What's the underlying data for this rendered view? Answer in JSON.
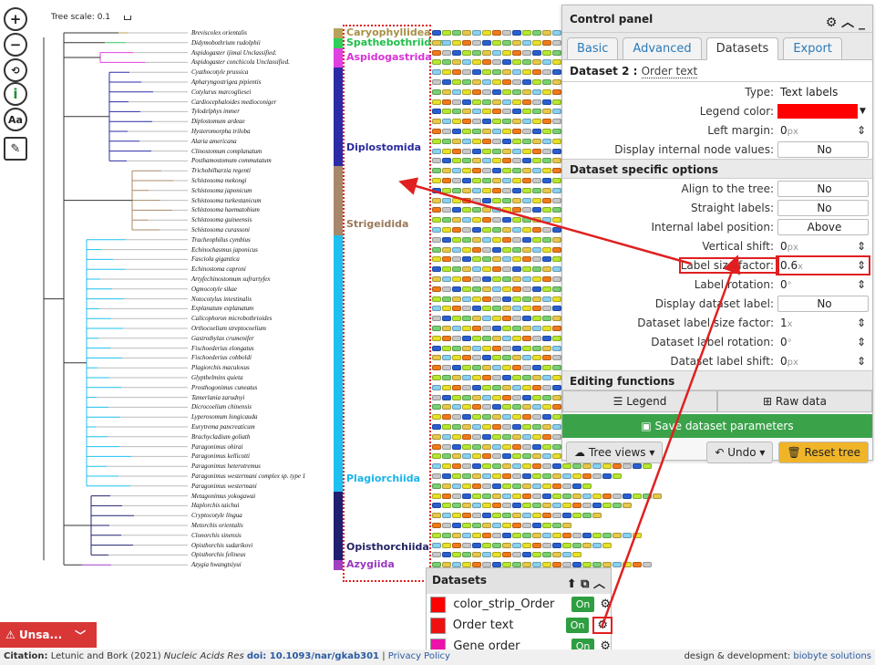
{
  "tree_scale": {
    "label": "Tree scale: 0.1"
  },
  "leaves": [
    "Breviscolex orientalis",
    "Didymobothrium rudolphii",
    "Aspidogaster ijimai Unclassified.",
    "Aspidogaster conchicola Unclassified.",
    "Cyathocotyle prussica",
    "Apharyngostrigea pipientis",
    "Cotylurus marcogliesei",
    "Cardiocephaloides medioconiger",
    "Tylodelphys immer",
    "Diplostomum ardeae",
    "Hysteromorpha triloba",
    "Alaria americana",
    "Clinostomum complanatum",
    "Posthamostomum commutatum",
    "Trichobilharzia regenti",
    "Schistosoma mekongi",
    "Schistosoma japonicum",
    "Schistosoma turkestanicum",
    "Schistosoma haematobium",
    "Schistosoma guineensis",
    "Schistosoma curassoni",
    "Tracheophilus cymbius",
    "Echinochasmus japonicus",
    "Fasciola gigantica",
    "Echinostoma caproni",
    "Artyfechinostomum sufrartyfex",
    "Ogmocotyle sikae",
    "Notocotylus intestinalis",
    "Explanatum explanatum",
    "Calicophoron microbothrioides",
    "Orthocoelium streptocoelium",
    "Gastrothylax crumenifer",
    "Fischoederius elongatus",
    "Fischoederius cobboldi",
    "Plagiorchis maculosus",
    "Glypthelmins quieta",
    "Prosthogonimus cuneatus",
    "Tamerlania zarudnyi",
    "Dicrocoelium chinensis",
    "Lyperosomum longicauda",
    "Eurytrema pancreaticum",
    "Brachycladium goliath",
    "Paragonimus ohirai",
    "Paragonimus kellicotti",
    "Paragonimus heterotremus",
    "Paragonimus westermani complex sp. type 1",
    "Paragonimus westermani",
    "Metagonimus yokogawai",
    "Haplorchis taichui",
    "Cryptocotyle lingua",
    "Metorchis orientalis",
    "Clonorchis sinensis",
    "Opisthorchis sudarikovi",
    "Opisthorchis felineus",
    "Azygia hwangtsiyui"
  ],
  "clades": [
    {
      "name": "Caryophyllidea",
      "color": "#b8a25a",
      "text": "#a89046"
    },
    {
      "name": "Spathebothriidea",
      "color": "#2ecf5a",
      "text": "#1fbf4a"
    },
    {
      "name": "Aspidogastrida",
      "color": "#e040e0",
      "text": "#d832d8"
    },
    {
      "name": "Diplostomida",
      "color": "#2b2ba8",
      "text": "#2a2aa0"
    },
    {
      "name": "Strigeidida",
      "color": "#a8886a",
      "text": "#9a7a5a"
    },
    {
      "name": "Plagiorchiida",
      "color": "#1ec0f0",
      "text": "#19b5ea"
    },
    {
      "name": "Opisthorchiida",
      "color": "#202070",
      "text": "#222266"
    },
    {
      "name": "Azygiida",
      "color": "#a040c0",
      "text": "#9a38c0"
    }
  ],
  "control_panel": {
    "title": "Control panel",
    "tabs": [
      "Basic",
      "Advanced",
      "Datasets",
      "Export"
    ],
    "dataset_label": "Dataset 2 :",
    "dataset_name": "Order text",
    "type_label": "Type:",
    "type_value": "Text labels",
    "legend_color_label": "Legend color:",
    "legend_color": "#ff0000",
    "left_margin_label": "Left margin:",
    "left_margin_value": "0",
    "left_margin_unit": "px",
    "internal_values_label": "Display internal node values:",
    "internal_values_value": "No",
    "specific_header": "Dataset specific options",
    "align_label": "Align to the tree:",
    "align_value": "No",
    "straight_label": "Straight labels:",
    "straight_value": "No",
    "internal_pos_label": "Internal label position:",
    "internal_pos_value": "Above",
    "vshift_label": "Vertical shift:",
    "vshift_value": "0",
    "vshift_unit": "px",
    "size_factor_label": "Label size factor:",
    "size_factor_value": "0.6",
    "size_factor_unit": "x",
    "rotation_label": "Label rotation:",
    "rotation_value": "0",
    "rotation_unit": "°",
    "display_ds_label": "Display dataset label:",
    "display_ds_value": "No",
    "ds_size_label": "Dataset label size factor:",
    "ds_size_value": "1",
    "ds_size_unit": "x",
    "ds_rot_label": "Dataset label rotation:",
    "ds_rot_value": "0",
    "ds_rot_unit": "°",
    "ds_shift_label": "Dataset label shift:",
    "ds_shift_value": "0",
    "ds_shift_unit": "px",
    "editing_header": "Editing functions",
    "legend_btn": "Legend",
    "raw_btn": "Raw data",
    "save_btn": "Save dataset parameters",
    "tree_views": "Tree views",
    "undo": "Undo",
    "reset": "Reset tree"
  },
  "datasets_panel": {
    "title": "Datasets",
    "items": [
      {
        "label": "color_strip_Order",
        "color": "#ff0000",
        "state": "On"
      },
      {
        "label": "Order text",
        "color": "#ee1111",
        "state": "On"
      },
      {
        "label": "Gene order",
        "color": "#ee11aa",
        "state": "On"
      }
    ]
  },
  "unsaved": "Unsa...",
  "footer": {
    "citation_prefix": "Citation:",
    "citation_authors": "Letunic and Bork (2021)",
    "citation_journal": "Nucleic Acids Res",
    "doi": "doi: 10.1093/nar/gkab301",
    "sep": "|",
    "privacy": "Privacy Policy",
    "credit": "design & development:",
    "credit_link": "biobyte solutions"
  },
  "domain_colors": [
    "#2a5fd0",
    "#e6c84a",
    "#f07a1a",
    "#b6e830",
    "#8ad0f0",
    "#c8c8c8",
    "#7ad070",
    "#e8e02a"
  ]
}
